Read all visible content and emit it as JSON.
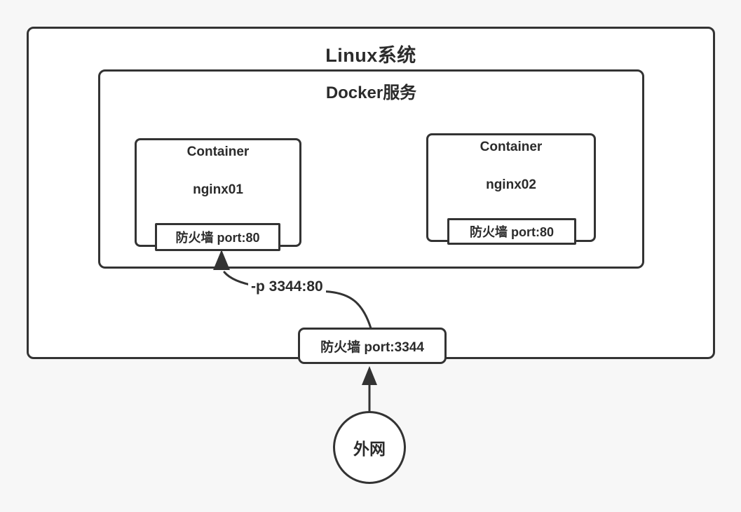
{
  "diagram": {
    "linux_box": {
      "title": "Linux系统"
    },
    "docker_box": {
      "title": "Docker服务"
    },
    "containers": [
      {
        "title": "Container",
        "name": "nginx01",
        "firewall_label": "防火墙 port:80"
      },
      {
        "title": "Container",
        "name": "nginx02",
        "firewall_label": "防火墙 port:80"
      }
    ],
    "host_firewall": {
      "label": "防火墙 port:3344"
    },
    "port_mapping": {
      "label": "-p 3344:80"
    },
    "external_network": {
      "label": "外网"
    },
    "colors": {
      "stroke": "#333333",
      "text": "#2b2b2b",
      "box_fill": "#ffffff",
      "page_background": "#f7f7f7"
    }
  }
}
